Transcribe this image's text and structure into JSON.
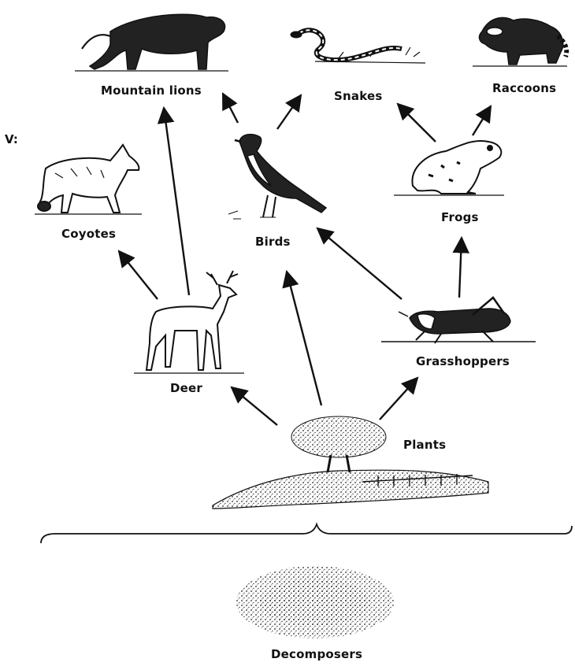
{
  "stray_mark": "V:",
  "organisms": {
    "mountain_lions": "Mountain lions",
    "snakes": "Snakes",
    "raccoons": "Raccoons",
    "coyotes": "Coyotes",
    "birds": "Birds",
    "frogs": "Frogs",
    "deer": "Deer",
    "grasshoppers": "Grasshoppers",
    "plants": "Plants",
    "decomposers": "Decomposers"
  },
  "food_web_links": [
    {
      "from": "plants",
      "to": "deer"
    },
    {
      "from": "plants",
      "to": "birds"
    },
    {
      "from": "plants",
      "to": "grasshoppers"
    },
    {
      "from": "deer",
      "to": "coyotes"
    },
    {
      "from": "deer",
      "to": "mountain_lions"
    },
    {
      "from": "grasshoppers",
      "to": "birds"
    },
    {
      "from": "grasshoppers",
      "to": "frogs"
    },
    {
      "from": "birds",
      "to": "mountain_lions"
    },
    {
      "from": "birds",
      "to": "snakes"
    },
    {
      "from": "frogs",
      "to": "snakes"
    },
    {
      "from": "frogs",
      "to": "raccoons"
    }
  ],
  "colors": {
    "ink": "#111111",
    "background": "#ffffff"
  }
}
